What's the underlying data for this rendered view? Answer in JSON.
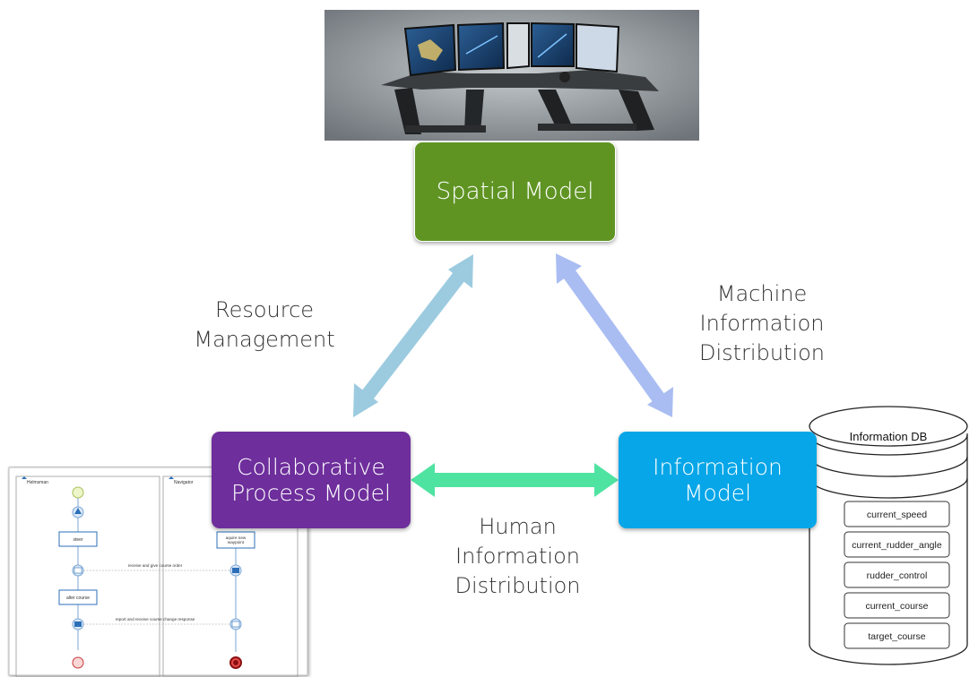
{
  "nodes": {
    "spatial": {
      "label": "Spatial Model",
      "color": "#5f9423"
    },
    "collaborative": {
      "label": "Collaborative\nProcess Model",
      "color": "#6e2e9c"
    },
    "information": {
      "label": "Information\nModel",
      "color": "#06a6e8"
    }
  },
  "edges": {
    "resource": {
      "label": "Resource\nManagement",
      "color": "#9ccbe0"
    },
    "machine": {
      "label": "Machine\nInformation\nDistribution",
      "color": "#a9bdf2"
    },
    "human": {
      "label": "Human\nInformation\nDistribution",
      "color": "#4fe3a2"
    }
  },
  "database": {
    "title": "Information DB",
    "fields": [
      "current_speed",
      "current_rudder_angle",
      "rudder_control",
      "current_course",
      "target_course"
    ]
  },
  "process_diagram": {
    "lanes": [
      "Helmsman",
      "Navigator"
    ],
    "tasks": [
      "steer",
      "alter course",
      "aquire new waypoint"
    ],
    "messages": [
      "receive and give course order",
      "report and receive course change response"
    ]
  }
}
